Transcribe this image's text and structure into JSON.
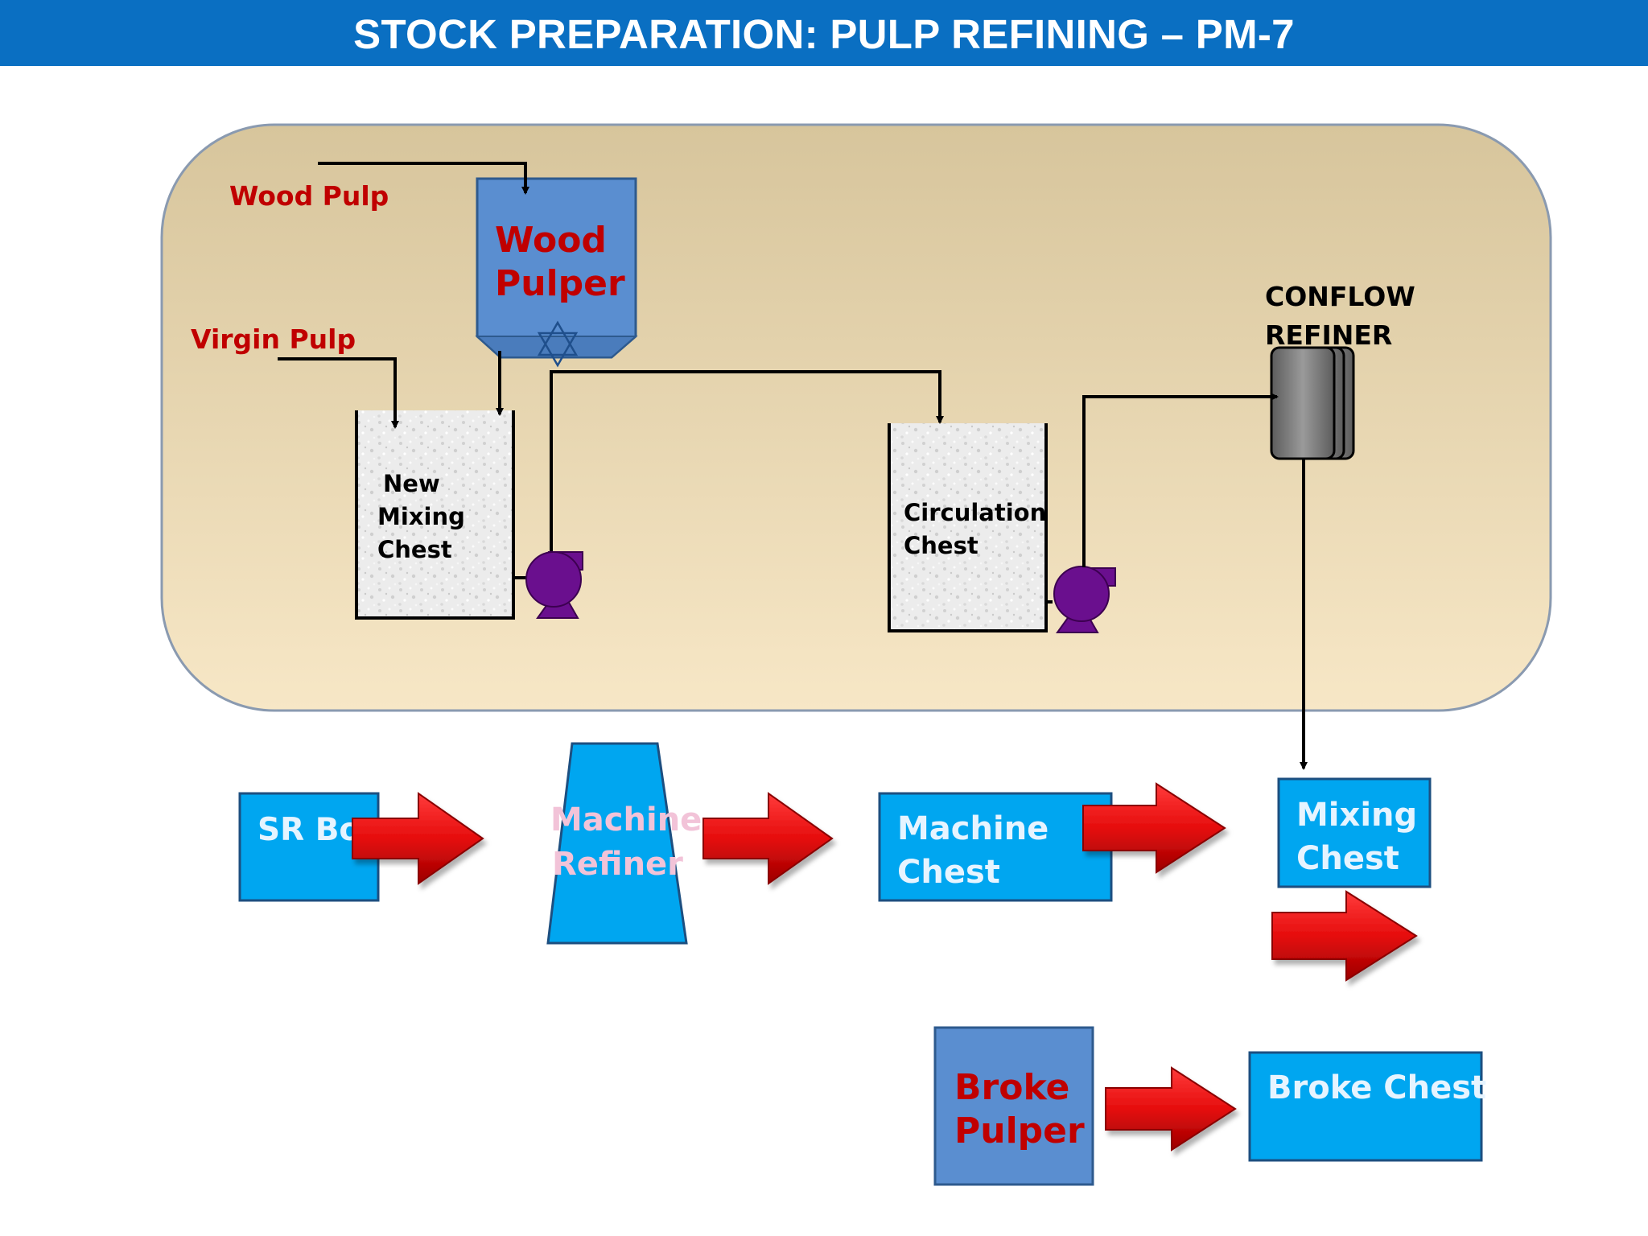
{
  "header": {
    "title": "STOCK PREPARATION: PULP REFINING – PM-7"
  },
  "colors": {
    "header_bg": "#0a6fc2",
    "panel_fill": "#e3cfa6",
    "input_label": "#c00000",
    "box_blue": "#00a6f0",
    "pulper_blue": "#5a8ed0",
    "arrow_red": "#e81010",
    "pump_purple": "#6a0f8e",
    "refiner_gray": "#7a7a7a"
  },
  "labels": {
    "wood_pulp_input": "Wood Pulp",
    "virgin_pulp_input": "Virgin Pulp",
    "wood_pulper": [
      "Wood",
      "Pulper"
    ],
    "new_mixing_chest": [
      "New",
      "Mixing",
      "Chest"
    ],
    "circulation_chest": [
      "Circulation",
      "Chest"
    ],
    "conflow_refiner": [
      "CONFLOW",
      "REFINER"
    ],
    "sr_box": "SR Box",
    "machine_refiner": [
      "Machine",
      "Refiner"
    ],
    "machine_chest": [
      "Machine",
      "Chest"
    ],
    "mixing_chest": [
      "Mixing",
      "Chest"
    ],
    "broke_pulper": [
      "Broke",
      "Pulper"
    ],
    "broke_chest": "Broke Chest"
  },
  "icons": {
    "pump": "centrifugal-pump-icon",
    "agitator": "agitator-star-icon",
    "flow_arrow": "red-block-arrow-icon"
  }
}
